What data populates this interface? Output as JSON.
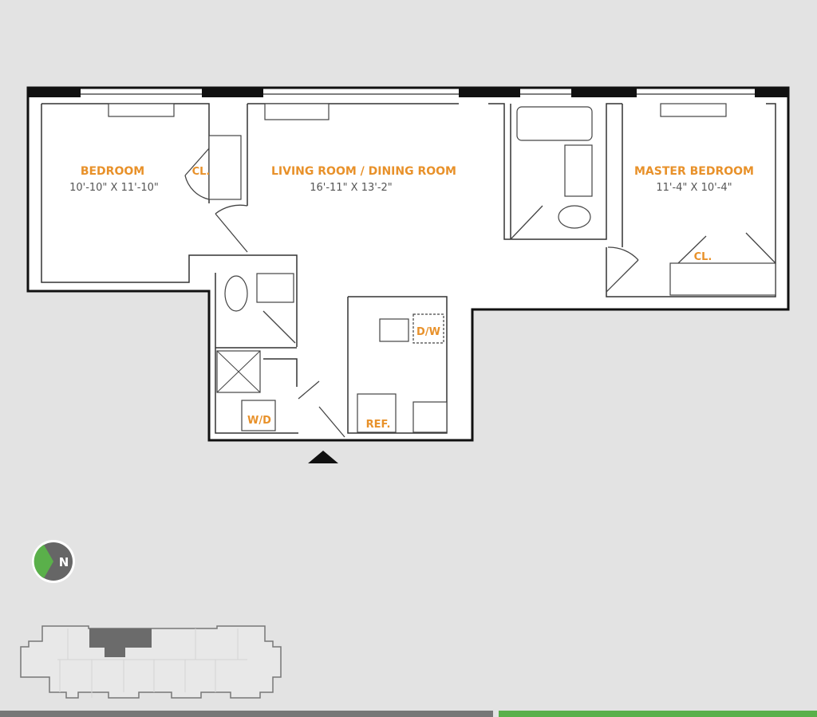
{
  "rooms": {
    "bedroom": {
      "name": "BEDROOM",
      "dims": "10'-10\" X 11'-10\""
    },
    "living": {
      "name": "LIVING ROOM / DINING ROOM",
      "dims": "16'-11\" X 13'-2\""
    },
    "master": {
      "name": "MASTER BEDROOM",
      "dims": "11'-4\" X 10'-4\""
    }
  },
  "labels": {
    "closet1": "CL.",
    "closet2": "CL.",
    "dishwasher": "D/W",
    "refrigerator": "REF.",
    "washer_dryer": "W/D"
  },
  "compass": {
    "label": "N"
  },
  "colors": {
    "accent": "#e8912a",
    "green": "#5ab04a",
    "unit_highlight": "#6b6b6b"
  }
}
